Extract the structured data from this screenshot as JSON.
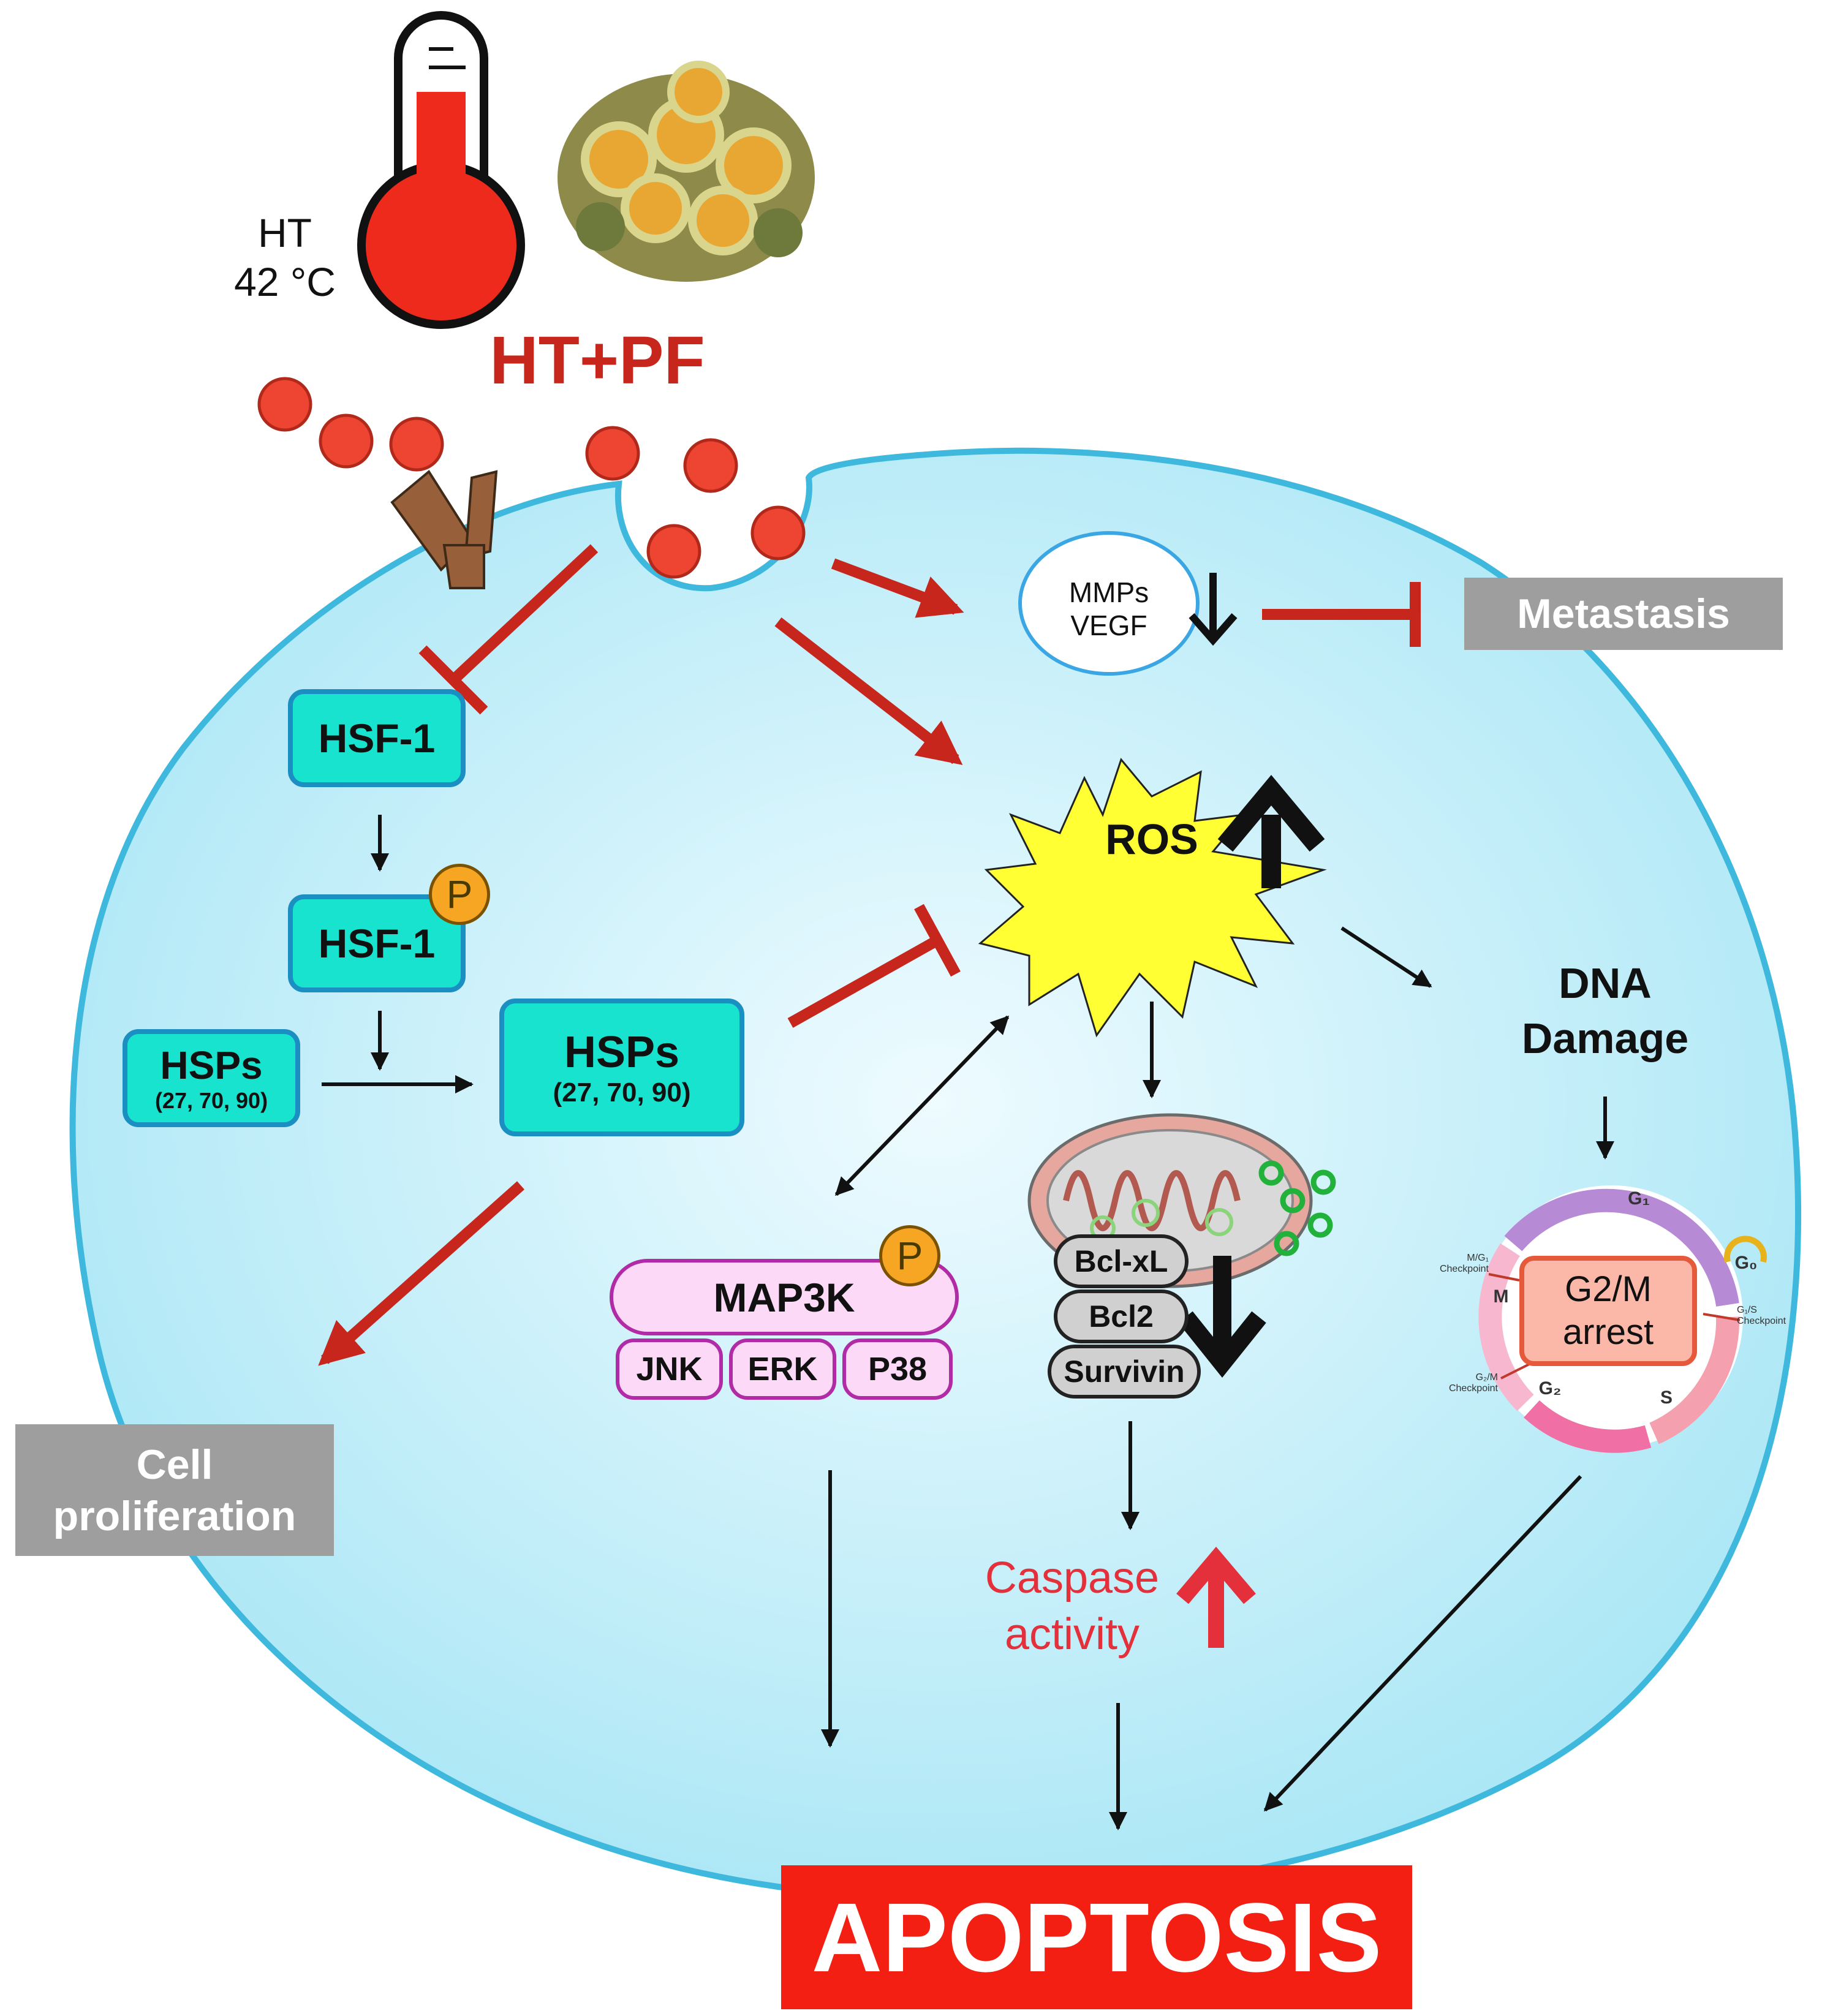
{
  "header": {
    "ht_line1": "HT",
    "ht_line2": "42 °C",
    "treatment": "HT+PF"
  },
  "left": {
    "hsf1": "HSF-1",
    "hsf1_p": "HSF-1",
    "p_mark": "P",
    "hsps_small": "HSPs",
    "hsps_small_sub": "(27, 70, 90)",
    "hsps_big": "HSPs",
    "hsps_big_sub": "(27, 70, 90)",
    "cell_prolif_1": "Cell",
    "cell_prolif_2": "proliferation"
  },
  "top_right": {
    "mmps": "MMPs",
    "vegf": "VEGF",
    "metastasis": "Metastasis"
  },
  "center": {
    "ros": "ROS",
    "map3k": "MAP3K",
    "map3k_p": "P",
    "jnk": "JNK",
    "erk": "ERK",
    "p38": "P38",
    "bclxl": "Bcl-xL",
    "bcl2": "Bcl2",
    "survivin": "Survivin",
    "caspase_1": "Caspase",
    "caspase_2": "activity"
  },
  "right": {
    "dna_1": "DNA",
    "dna_2": "Damage",
    "g2m_1": "G2/M",
    "g2m_2": "arrest",
    "g1": "G₁",
    "g0": "G₀",
    "m": "M",
    "s": "S",
    "g2": "G₂",
    "mg1_cp_1": "M/G₁",
    "mg1_cp_2": "Checkpoint",
    "g1s_cp_1": "G₁/S",
    "g1s_cp_2": "Checkpoint",
    "g2m_cp_1": "G₂/M",
    "g2m_cp_2": "Checkpoint"
  },
  "footer": {
    "apoptosis": "APOPTOSIS"
  },
  "colors": {
    "cell_fill": "#b4ecf7",
    "cell_border": "#3fb8dd",
    "inhibit_red": "#c7261c",
    "teal": "#17e3cf",
    "apoptosis_red": "#f31f13",
    "ros_yellow": "#ffff33"
  }
}
